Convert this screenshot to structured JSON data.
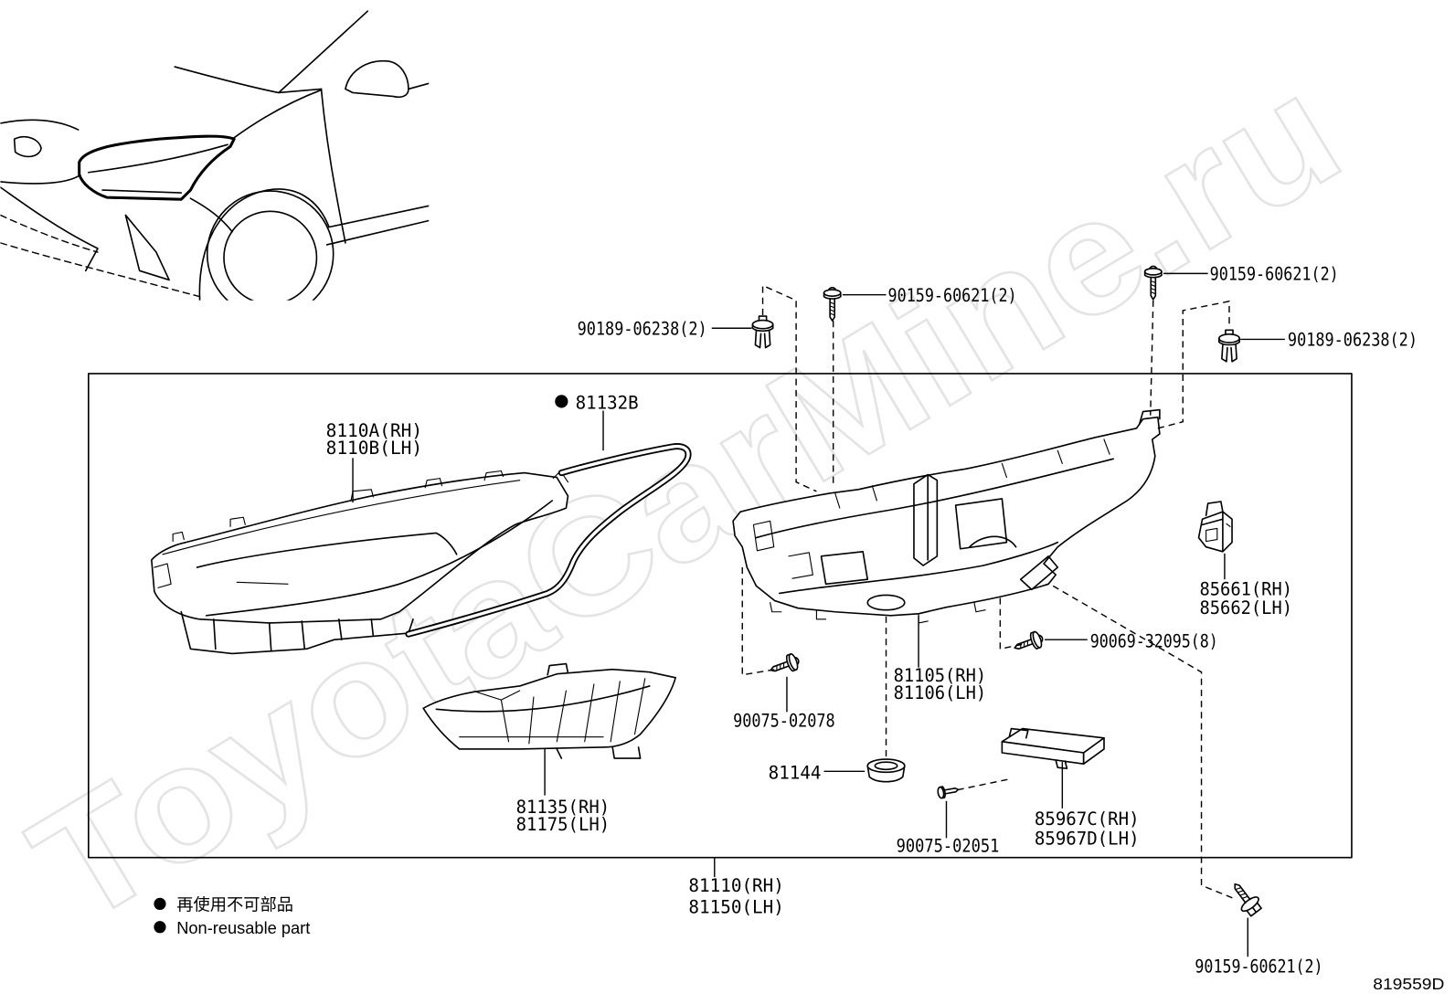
{
  "watermark": "ToyotaCarMine.ru",
  "figure_code": "819559D",
  "legend": {
    "ja": "再使用不可部品",
    "en": "Non-reusable part"
  },
  "parts": {
    "clip_upper_left": "90189-06238(2)",
    "screw_upper_center": "90159-60621(2)",
    "screw_upper_right": "90159-60621(2)",
    "clip_upper_right": "90189-06238(2)",
    "gasket": "81132B",
    "lens_rh": "8110A(RH)",
    "lens_lh": "8110B(LH)",
    "actuator_rh": "85661(RH)",
    "actuator_lh": "85662(LH)",
    "housing_screw": "90069-32095(8)",
    "housing_rh": "81105(RH)",
    "housing_lh": "81106(LH)",
    "lower_screw": "90075-02078",
    "cap": "81144",
    "turn_lamp_rh": "81135(RH)",
    "turn_lamp_lh": "81175(LH)",
    "module_rh": "85967C(RH)",
    "module_lh": "85967D(LH)",
    "module_screw": "90075-02051",
    "assembly_rh": "81110(RH)",
    "assembly_lh": "81150(LH)",
    "lower_bolt": "90159-60621(2)"
  },
  "colors": {
    "line": "#000000",
    "background": "#ffffff",
    "watermark": "#e4e4e4"
  }
}
